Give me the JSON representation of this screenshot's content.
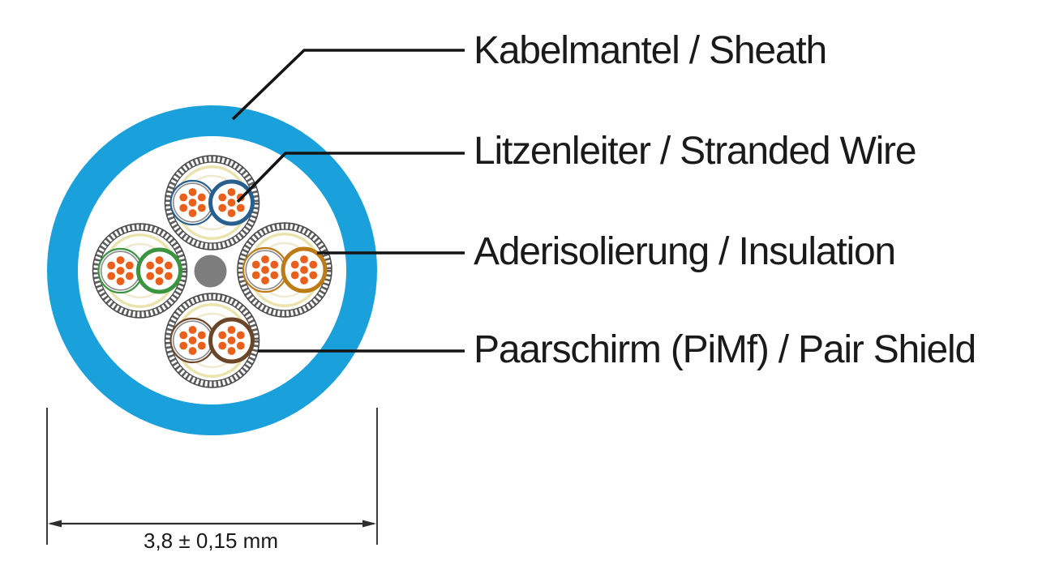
{
  "figure": {
    "type": "cable-cross-section-diagram",
    "pair_count": 4,
    "wires_per_pair": 2,
    "strands_per_wire": 7
  },
  "labels": [
    {
      "text": "Kabelmantel / Sheath",
      "target": "sheath"
    },
    {
      "text": "Litzenleiter / Stranded Wire",
      "target": "stranded-wire"
    },
    {
      "text": "Aderisolierung / Insulation",
      "target": "insulation"
    },
    {
      "text": "Paarschirm (PiMf) / Pair Shield",
      "target": "pair-shield"
    }
  ],
  "dimension": {
    "text": "3,8 ± 0,15 mm"
  },
  "colors": {
    "sheath_blue": "#1aa0da",
    "pair_blue": "#275f8e",
    "pair_green": "#3a9440",
    "pair_orange": "#bd7b16",
    "pair_brown": "#6a4527",
    "strand_orange": "#e95f1b",
    "filler_gray": "#7d7d7d",
    "braid_gray": "#474747",
    "thread_yellow": "#eae3ab",
    "line_black": "#141414",
    "text_black": "#1a1a1a"
  }
}
